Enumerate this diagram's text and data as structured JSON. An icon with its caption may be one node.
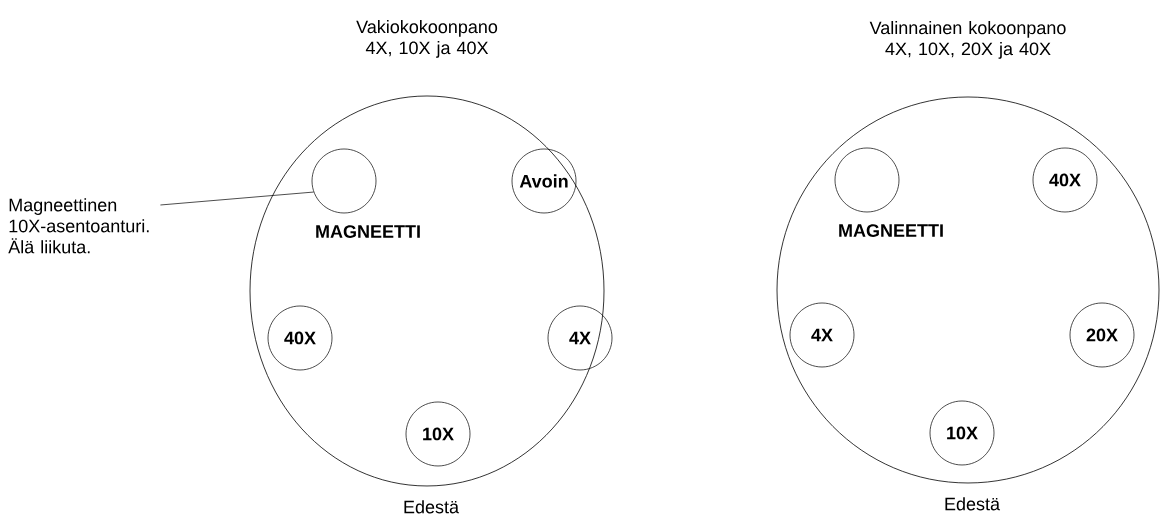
{
  "diagram": {
    "nodes": [
      {
        "text": [
          "Vakiokokoonpano 4X, 10X ja 40X"
        ],
        "beside": [
          "Edestä"
        ]
      },
      {
        "text": [],
        "shape": "circle",
        "in": 0,
        "beside": [
          "MAGNEETTI"
        ]
      },
      {
        "text": [
          "Avoin"
        ],
        "in": 0
      },
      {
        "text": [
          "40X"
        ],
        "in": 0
      },
      {
        "text": [
          "4X"
        ],
        "in": 0
      },
      {
        "text": [
          "10X"
        ],
        "in": 0
      },
      {
        "text": [
          "Valinnainen kokoonpano 4X, 10X, 20X ja 40X"
        ],
        "beside": [
          "Edestä"
        ]
      },
      {
        "text": [],
        "shape": "circle",
        "in": 6,
        "beside": [
          "MAGNEETTI"
        ]
      },
      {
        "text": [
          "40X"
        ],
        "in": 6
      },
      {
        "text": [
          "4X"
        ],
        "in": 6
      },
      {
        "text": [
          "20X"
        ],
        "in": 6
      },
      {
        "text": [
          "10X"
        ],
        "in": 6
      },
      {
        "text": [
          "Magneettinen 10X-asentoanturi. Älä liikuta."
        ]
      }
    ],
    "edges": [
      {
        "from": 12,
        "to": 1,
        "arrow": "none"
      }
    ]
  }
}
